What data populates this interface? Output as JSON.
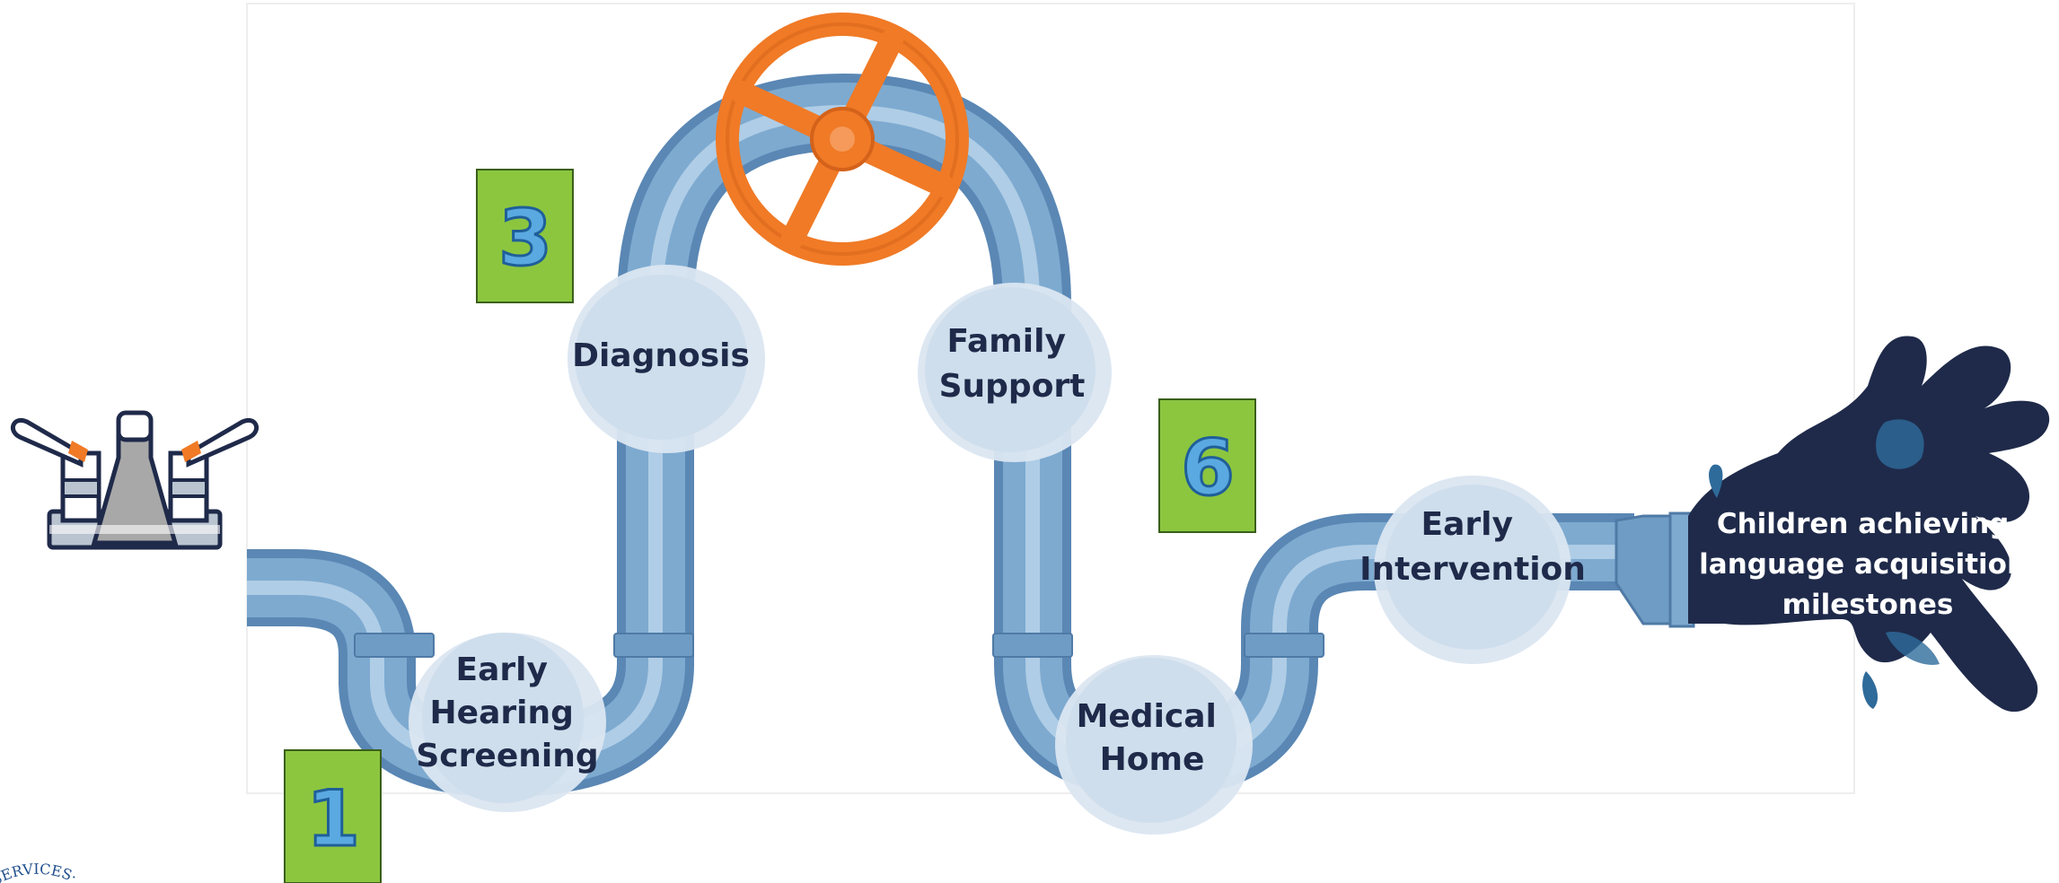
{
  "nodes": [
    {
      "id": "early-hearing-screening",
      "lines": [
        "Early",
        "Hearing",
        "Screening"
      ]
    },
    {
      "id": "diagnosis",
      "lines": [
        "Diagnosis"
      ]
    },
    {
      "id": "family-support",
      "lines": [
        "Family",
        "Support"
      ]
    },
    {
      "id": "medical-home",
      "lines": [
        "Medical",
        "Home"
      ]
    },
    {
      "id": "early-intervention",
      "lines": [
        "Early",
        "Intervention"
      ]
    }
  ],
  "outcome": {
    "lines": [
      "Children achieving",
      "language acquisition",
      "milestones"
    ]
  },
  "step_badges": [
    {
      "label": "1"
    },
    {
      "label": "3"
    },
    {
      "label": "6"
    }
  ],
  "seal": {
    "text": "SERVICES·U"
  },
  "icons": {
    "faucet": "faucet-icon",
    "valve": "valve-wheel-icon",
    "splash": "water-splash-icon"
  },
  "colors": {
    "pipe": "#7eaad0",
    "pipe_dark": "#5a87b4",
    "pipe_light": "#b7d3ea",
    "valve": "#f07a26",
    "badge": "#8cc63f",
    "node_bg": "#d6e3ef",
    "splash": "#1f2a4a",
    "faucet": "#1f2a4a",
    "faucet_accent": "#f07a26"
  }
}
